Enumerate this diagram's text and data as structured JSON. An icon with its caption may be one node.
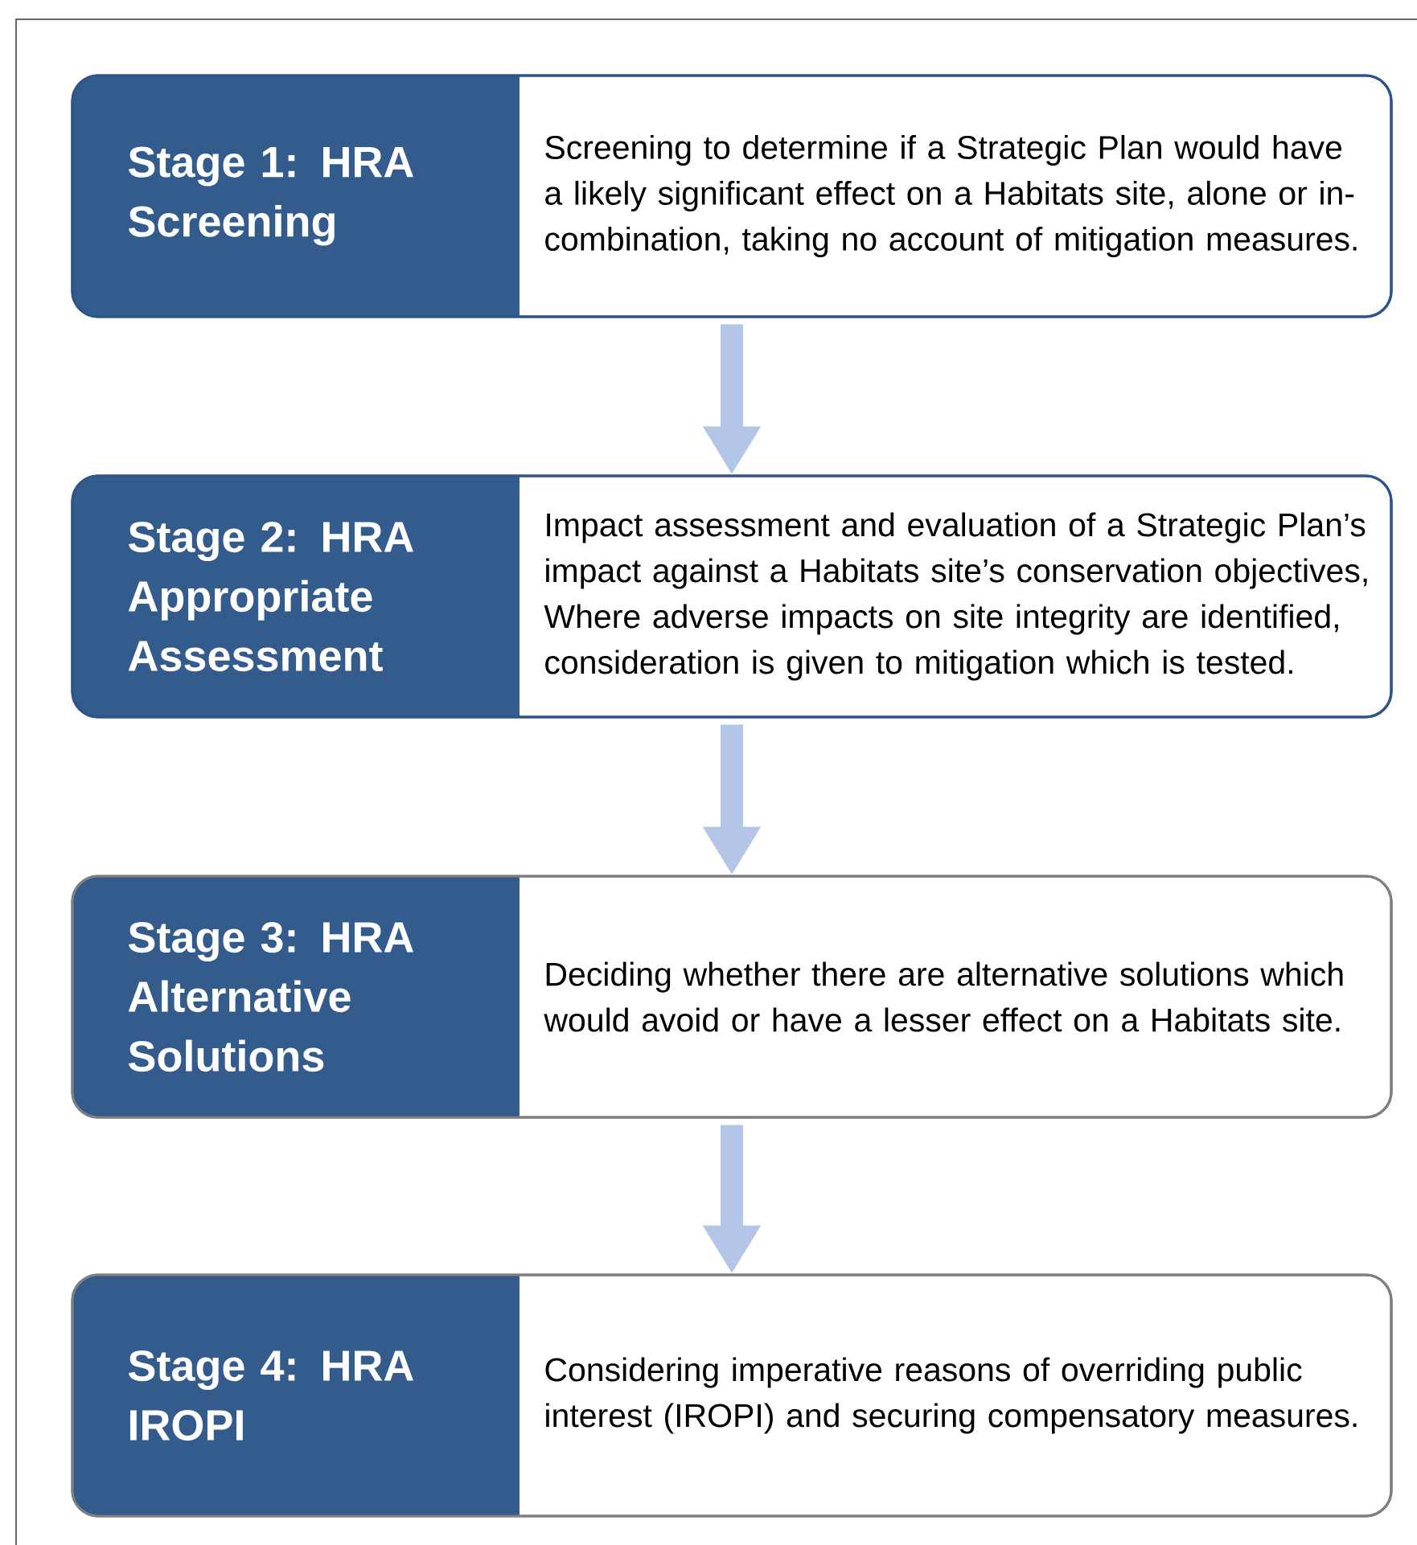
{
  "diagram": {
    "nodes": [
      {
        "text": [
          "Stage 1: HRA Screening",
          "Screening to determine if a Strategic Plan would have a likely significant effect on a Habitats site, alone or in-combination, taking no account of mitigation measures."
        ]
      },
      {
        "text": [
          "Stage 2: HRA Appropriate Assessment",
          "Impact assessment and evaluation of a Strategic Plan’s impact against a Habitats site’s conservation objectives, Where adverse impacts on site integrity are identified, consideration is given to mitigation which is tested."
        ]
      },
      {
        "text": [
          "Stage 3: HRA Alternative Solutions",
          "Deciding whether there are alternative solutions which would avoid or have a lesser effect on a Habitats site."
        ]
      },
      {
        "text": [
          "Stage 4: HRA IROPI",
          "Considering imperative reasons of overriding public interest (IROPI) and securing compensatory measures."
        ]
      }
    ],
    "edges": [
      {
        "from": 0,
        "to": 1,
        "arrow": "to"
      },
      {
        "from": 1,
        "to": 2,
        "arrow": "to"
      },
      {
        "from": 2,
        "to": 3,
        "arrow": "to"
      }
    ]
  }
}
